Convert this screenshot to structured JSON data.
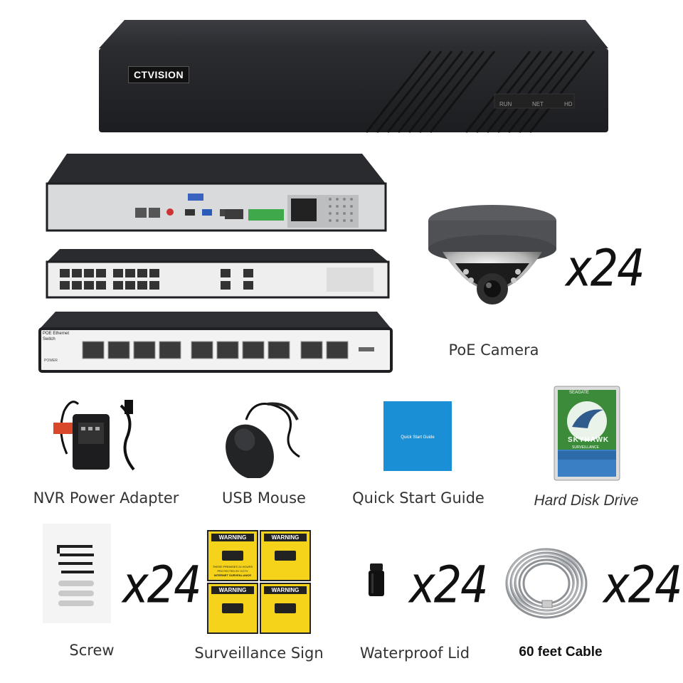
{
  "brand": {
    "nvr_logo": "CTVISION"
  },
  "nvr_front": {
    "led_labels": [
      "RUN",
      "NET",
      "HD"
    ]
  },
  "camera": {
    "label": "PoE Camera",
    "quantity": "x24"
  },
  "items": [
    {
      "label": "NVR Power Adapter"
    },
    {
      "label": "USB Mouse"
    },
    {
      "label": "Quick Start Guide",
      "cover_text": "Quick Start Guide"
    },
    {
      "label": "Hard Disk Drive",
      "brand": "SEAGATE",
      "model": "SKYHAWK",
      "sub": "SURVEILLANCE"
    }
  ],
  "accessories": [
    {
      "label": "Screw",
      "quantity": "x24"
    },
    {
      "label": "Surveillance Sign",
      "sign_title": "WARNING",
      "sign_text_1": "THESE PREMISES 24 HOURS",
      "sign_text_2": "PROTECTED BY CCTV",
      "sign_text_3": "INTERNET SURVEILLANCE"
    },
    {
      "label": "Waterproof Lid",
      "quantity": "x24"
    },
    {
      "label": "60 feet Cable",
      "quantity": "x24"
    }
  ],
  "switch_front": {
    "panel_text_1": "POE Ethernet",
    "panel_text_2": "Switch",
    "power_text": "POWER"
  },
  "colors": {
    "device_black": "#1e1f22",
    "panel_silver": "#d9dadc",
    "hdd_green": "#3b8b3a",
    "hdd_blue": "#3a7fc4",
    "guide_blue": "#1b8fd6",
    "sign_yellow": "#f5d31a"
  }
}
